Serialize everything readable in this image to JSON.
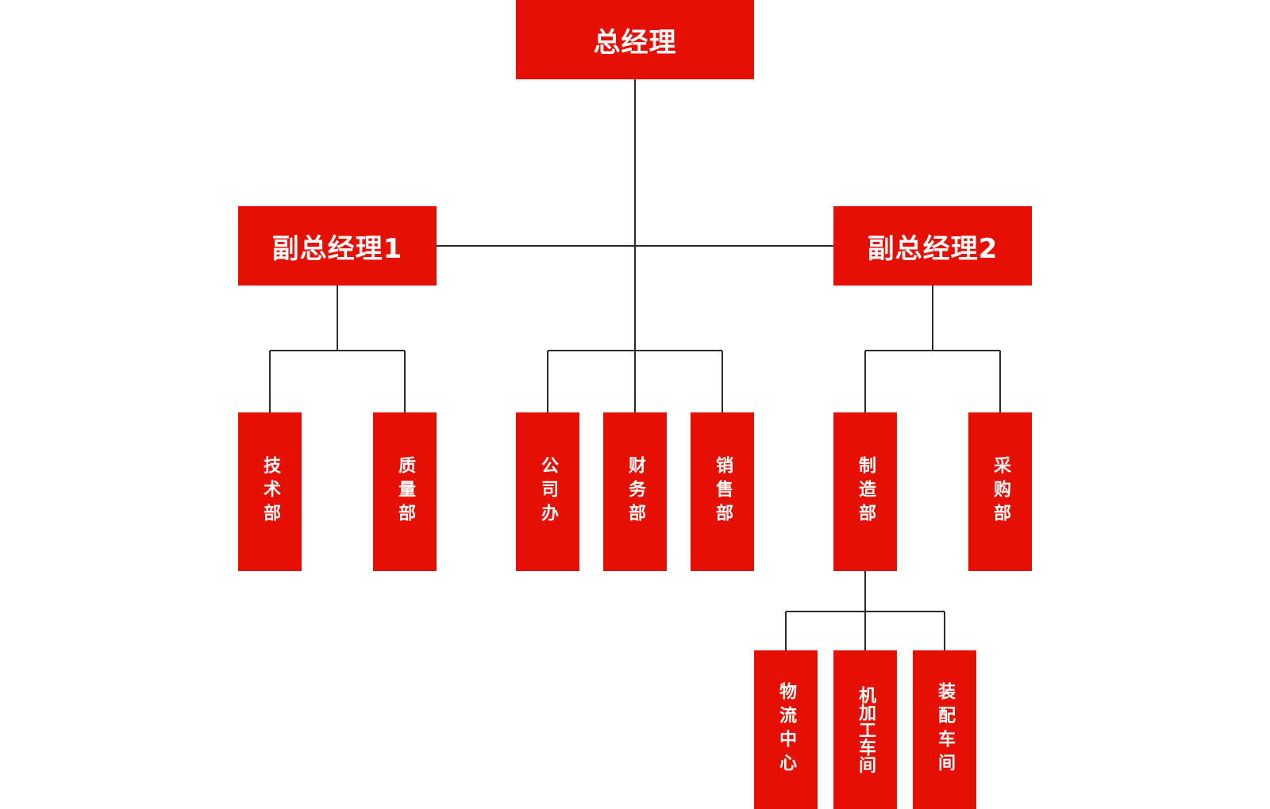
{
  "org_chart": {
    "general_manager": "总经理",
    "deputy_gm_1": "副总经理1",
    "deputy_gm_2": "副总经理2",
    "departments": {
      "technology": "技术部",
      "quality": "质量部",
      "company_office": "公司办",
      "finance": "财务部",
      "sales": "销售部",
      "manufacturing": "制造部",
      "purchasing": "采购部"
    },
    "workshops": {
      "logistics_center": "物流中心",
      "machining_workshop": "机加工车间",
      "assembly_workshop": "装配车间"
    }
  },
  "colors": {
    "node_fill": "#e60f03",
    "node_text": "#ffffff",
    "connector": "#2b2b2b",
    "background": "#ffffff"
  }
}
